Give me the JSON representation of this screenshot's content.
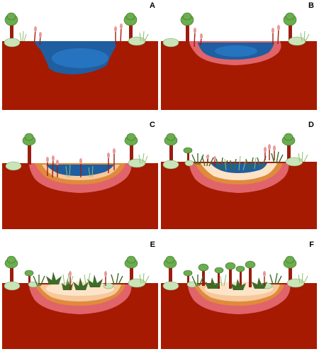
{
  "panels": [
    {
      "id": "a",
      "label": "A"
    },
    {
      "id": "b",
      "label": "B"
    },
    {
      "id": "c",
      "label": "C"
    },
    {
      "id": "d",
      "label": "D"
    },
    {
      "id": "e",
      "label": "E"
    },
    {
      "id": "f",
      "label": "F"
    }
  ],
  "colors": {
    "soil": "#a51a00",
    "water": "#1f5ea0",
    "water_light": "#2b86d8",
    "clay": "#e0646a",
    "peat_orange": "#e08a3c",
    "sediment": "#f6c89c",
    "sediment_light": "#fde4c8",
    "tree_trunk": "#9b1d10",
    "tree_crown": "#6aae4e",
    "shrub": "#c9e4b8",
    "grass": "#3f6b2a",
    "reed_head": "#e89a98"
  }
}
